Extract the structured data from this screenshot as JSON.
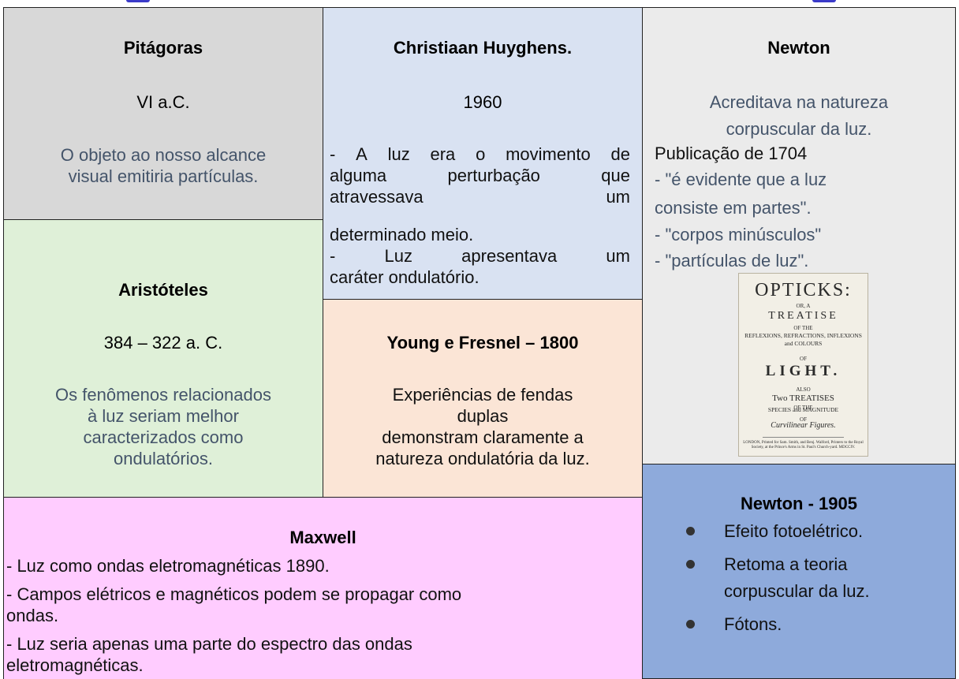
{
  "pitagoras": {
    "title": "Pitágoras",
    "date": "VI a.C.",
    "text_lines": [
      "O objeto ao nosso alcance",
      "visual emitiria partículas."
    ]
  },
  "aristoteles": {
    "title": "Aristóteles",
    "date": "384 – 322 a. C.",
    "text_lines": [
      "Os fenômenos relacionados",
      "à luz seriam melhor",
      "caracterizados como",
      "ondulatórios."
    ]
  },
  "huyghens": {
    "title": "Christiaan Huyghens.",
    "date": "1960",
    "lines": [
      [
        "-",
        "A",
        "luz",
        "era",
        "o",
        "movimento",
        "de"
      ],
      [
        "alguma",
        "perturbação",
        "que"
      ],
      [
        "atravessava",
        "um"
      ],
      [
        "determinado meio."
      ],
      [
        "-",
        "Luz",
        "apresentava",
        "um"
      ],
      [
        "caráter ondulatório."
      ]
    ]
  },
  "young": {
    "title": "Young e Fresnel – 1800",
    "text_lines": [
      "Experiências de fendas",
      "duplas",
      "demonstram claramente a",
      "natureza ondulatória da luz."
    ]
  },
  "newton": {
    "title": "Newton",
    "belief_lines": [
      "Acreditava na natureza",
      "corpuscular da luz."
    ],
    "publication": "Publicação de 1704",
    "quotes": [
      "- \"é evidente que a luz",
      "consiste em partes\".",
      "- \"corpos minúsculos\"",
      "- \"partículas de luz\"."
    ],
    "book": {
      "title": "OPTICKS:",
      "or_a": "OR, A",
      "treatise": "TREATISE",
      "of_the": "OF THE",
      "subjects": "REFLEXIONS, REFRACTIONS, INFLEXIONS and COLOURS",
      "of": "OF",
      "light": "LIGHT.",
      "also": "ALSO",
      "two_treatises": "Two TREATISES",
      "of_the2": "OF THE",
      "species": "SPECIES and MAGNITUDE",
      "of2": "OF",
      "figures": "Curvilinear Figures.",
      "imprint": "LONDON, Printed for Sam. Smith, and Benj. Walford, Printers to the Royal Society, at the Prince's Arms in St. Paul's Church-yard. MDCCIV."
    }
  },
  "newton1905": {
    "title": "Newton - 1905",
    "bullets": [
      [
        "Efeito fotoelétrico."
      ],
      [
        "Retoma a teoria",
        "corpuscular da luz."
      ],
      [
        "Fótons."
      ]
    ]
  },
  "maxwell": {
    "title": "Maxwell",
    "lines": [
      "- Luz como ondas eletromagnéticas 1890.",
      "- Campos elétricos e magnéticos podem se propagar como",
      "ondas.",
      "- Luz seria apenas uma parte do espectro das ondas",
      "eletromagnéticas."
    ]
  }
}
